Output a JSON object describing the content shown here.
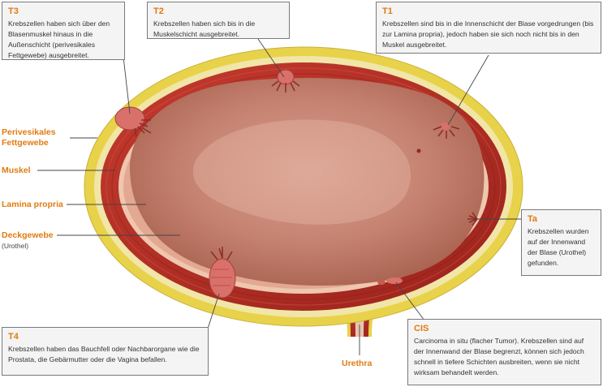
{
  "colors": {
    "accent": "#e07b10",
    "fat": "#e8d24a",
    "muscle": "#b8322a",
    "lumen": "#c98978"
  },
  "stages": {
    "t3": {
      "title": "T3",
      "text": "Krebszellen haben sich über den Blasenmuskel hinaus in die Außenschicht (perivesikales Fettgewebe) ausgebreitet."
    },
    "t2": {
      "title": "T2",
      "text": "Krebszellen haben sich bis in die Muskelschicht ausgebreitet."
    },
    "t1": {
      "title": "T1",
      "text": "Krebszellen sind bis in die Innenschicht der Blase vorgedrungen (bis zur Lamina propria), jedoch haben sie sich noch nicht bis in den Muskel ausgebreitet."
    },
    "ta": {
      "title": "Ta",
      "text": "Krebszellen wurden auf der Innenwand der Blase (Urothel) gefunden."
    },
    "t4": {
      "title": "T4",
      "text": "Krebszellen haben das Bauchfell oder Nachbarorgane wie die Prostata, die Gebärmutter oder die Vagina befallen."
    },
    "cis": {
      "title": "CIS",
      "text": "Carcinoma in situ (flacher Tumor). Krebszellen sind auf der Innenwand der Blase begrenzt, können sich jedoch schnell in tiefere Schichten ausbreiten, wenn sie nicht wirksam behandelt werden."
    }
  },
  "layers": {
    "fat": "Perivesikales Fettgewebe",
    "muscle": "Muskel",
    "lamina": "Lamina propria",
    "urothel": "Deckgewebe",
    "urothel_sub": "(Urothel)"
  },
  "urethra": "Urethra"
}
